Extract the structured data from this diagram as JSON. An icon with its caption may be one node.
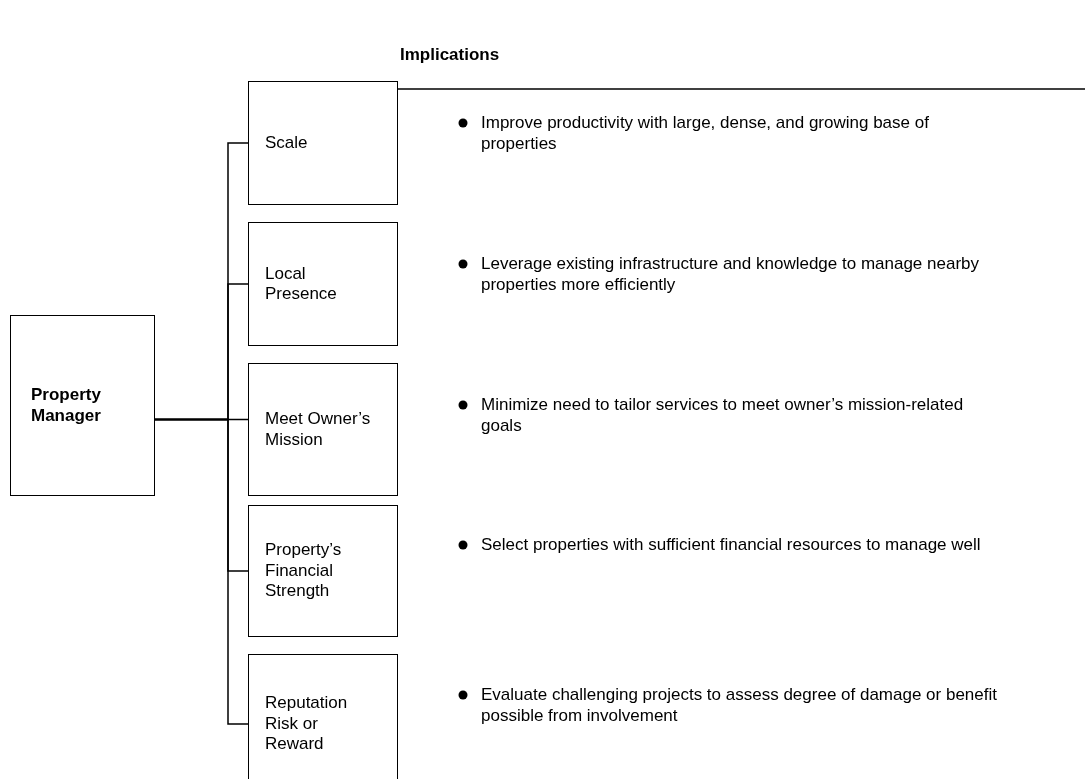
{
  "diagram": {
    "nodes": [
      {
        "text": [
          "Property Manager"
        ]
      },
      {
        "text": [
          "Scale"
        ]
      },
      {
        "text": [
          "Local Presence"
        ]
      },
      {
        "text": [
          "Meet Owner’s Mission"
        ]
      },
      {
        "text": [
          "Property’s Financial Strength"
        ]
      },
      {
        "text": [
          "Reputation Risk or Reward"
        ]
      }
    ],
    "edges": [
      {
        "from": 0,
        "to": 1,
        "arrow": "none"
      },
      {
        "from": 0,
        "to": 2,
        "arrow": "none"
      },
      {
        "from": 0,
        "to": 3,
        "arrow": "none"
      },
      {
        "from": 0,
        "to": 4,
        "arrow": "none"
      },
      {
        "from": 0,
        "to": 5,
        "arrow": "none"
      }
    ],
    "labels": [
      "Implications",
      "Improve productivity with large, dense, and growing base of properties",
      "Leverage existing infrastructure and knowledge to manage nearby properties more efficiently",
      "Minimize need to tailor services to meet owner’s mission-related goals",
      "Select properties with sufficient financial resources to manage well",
      "Evaluate challenging projects to assess degree of damage or benefit possible from involvement"
    ]
  }
}
